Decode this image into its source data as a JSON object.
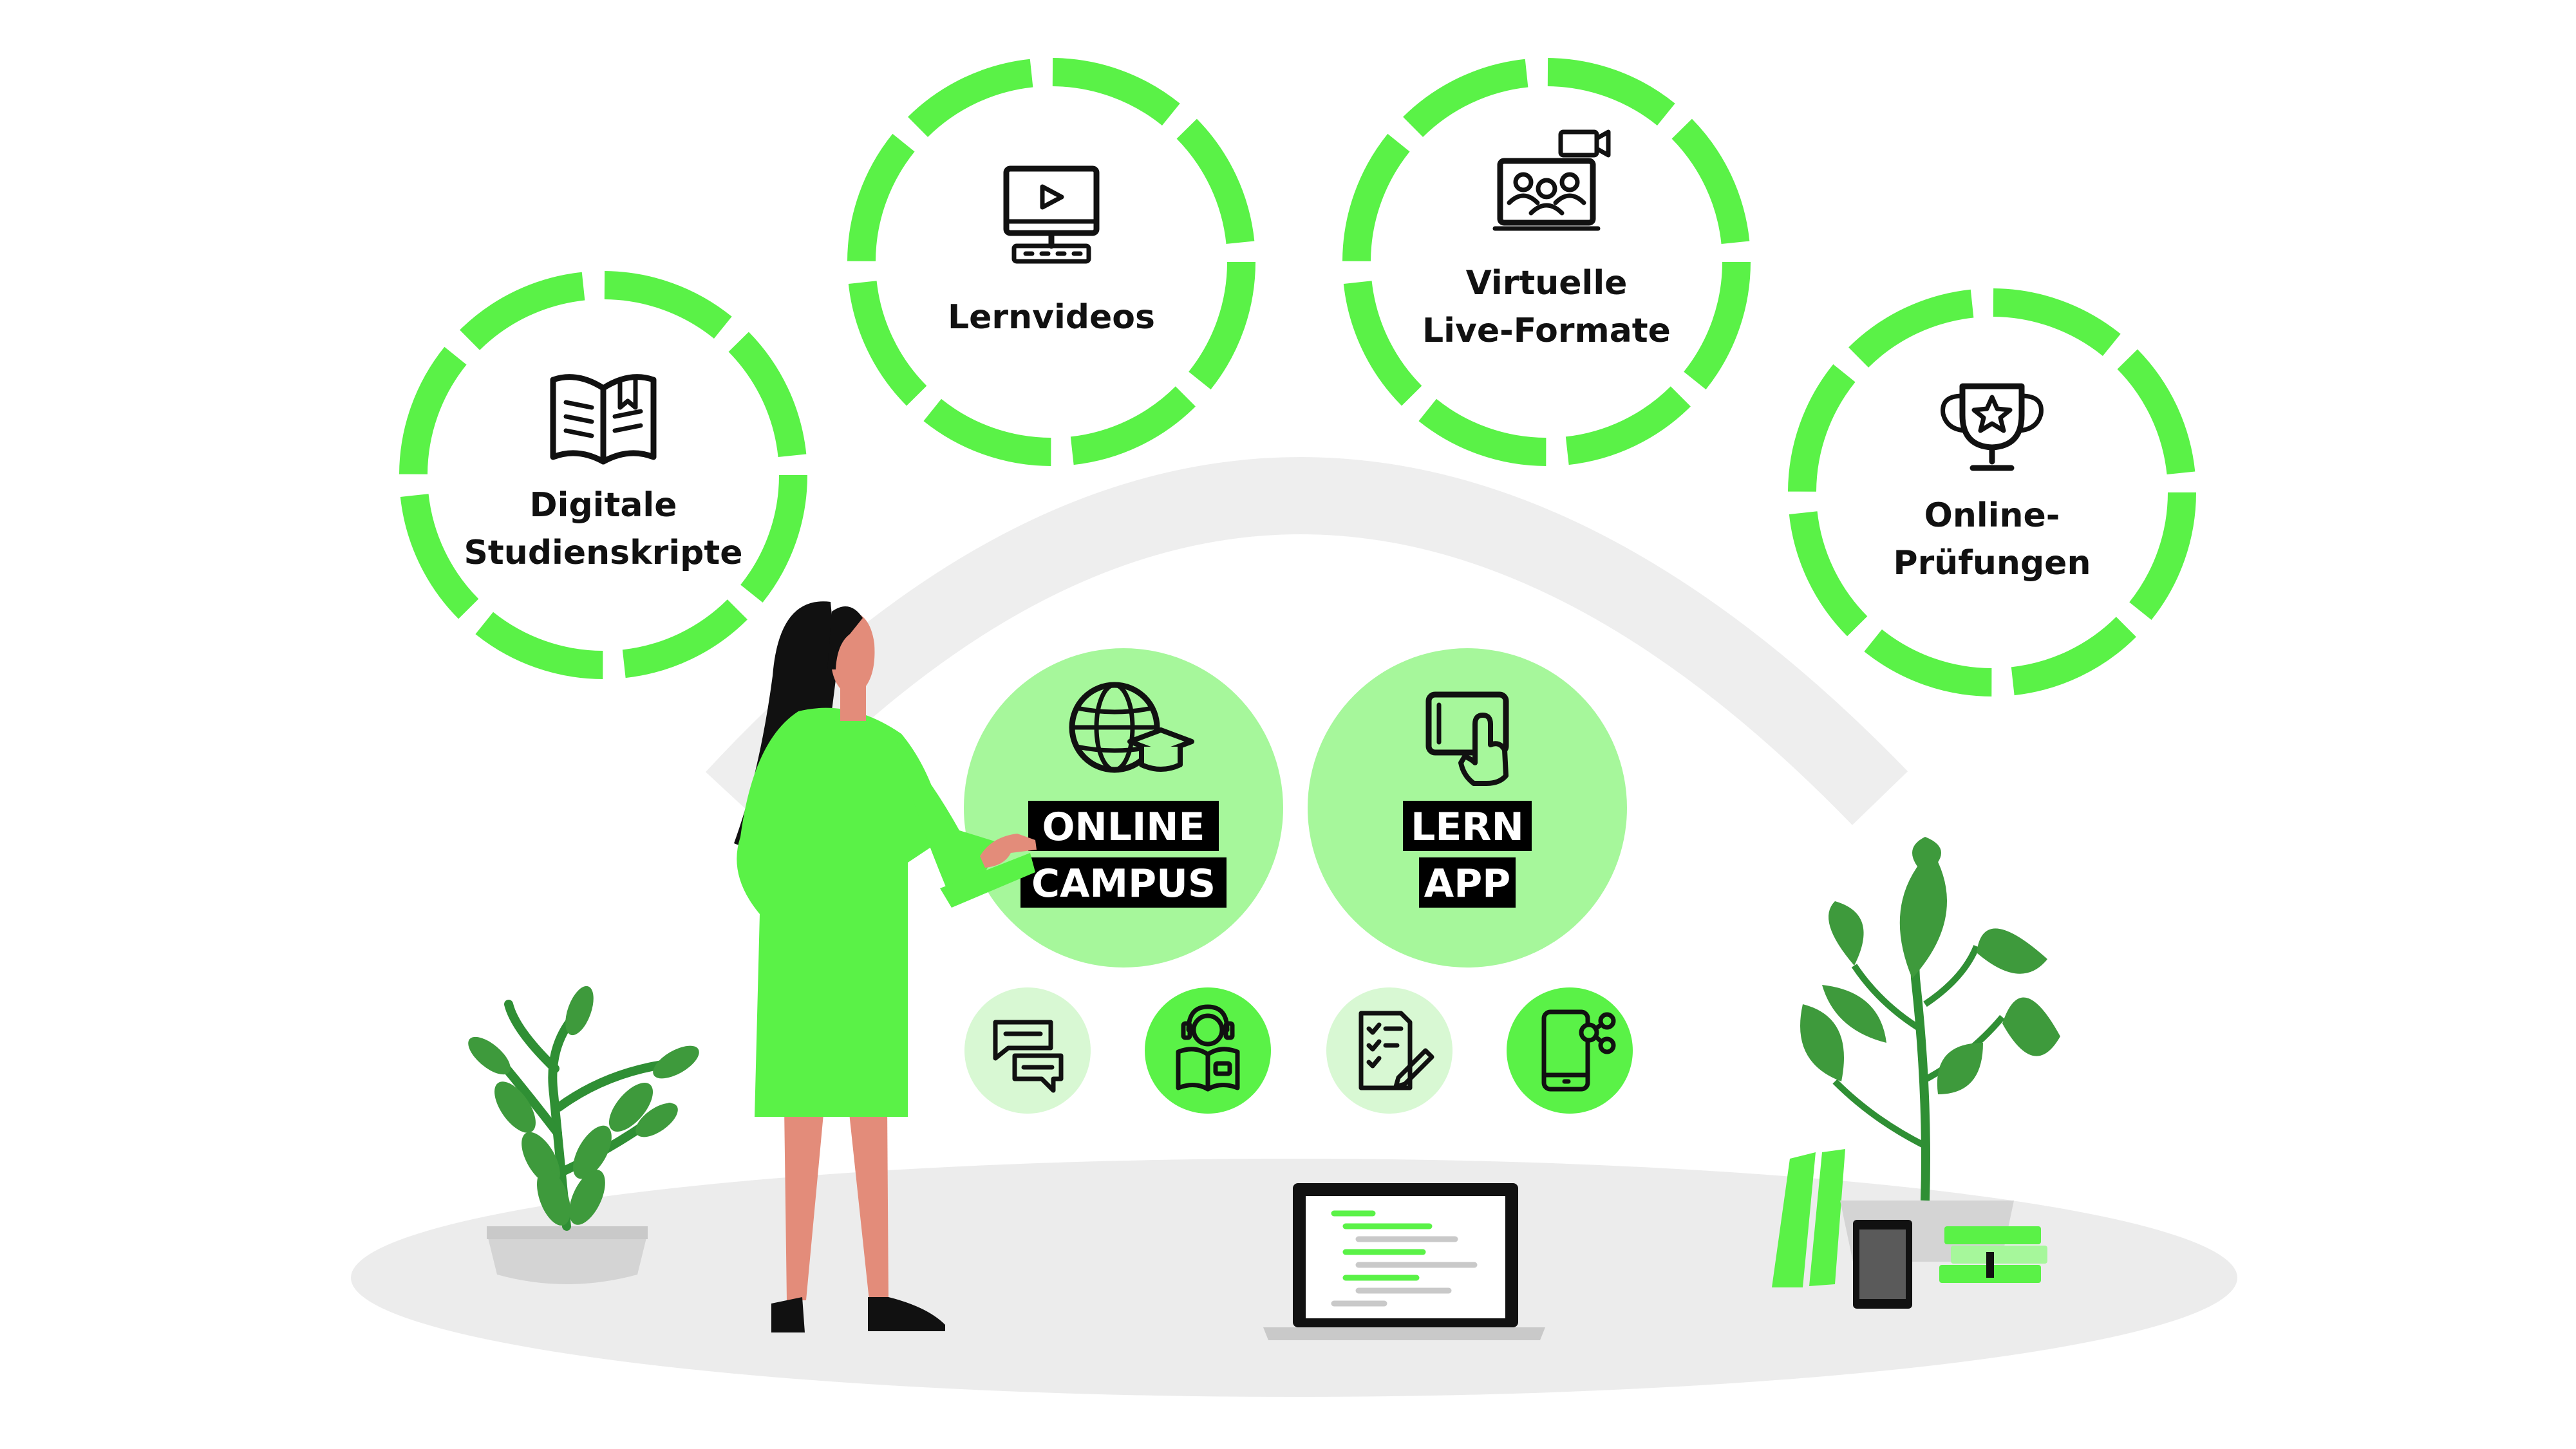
{
  "colors": {
    "accent_green": "#5af247",
    "light_green": "#a6f79b",
    "pale_green": "#d8f8d3",
    "floor_gray": "#ececec",
    "arc_gray": "#eeeeee",
    "text": "#111111",
    "tag_bg": "#000000"
  },
  "rings": [
    {
      "id": "digitale",
      "line1": "Digitale",
      "line2": "Studienskripte",
      "icon": "open-book-icon"
    },
    {
      "id": "lernvideos",
      "line1": "Lernvideos",
      "line2": "",
      "icon": "video-monitor-icon"
    },
    {
      "id": "virtuelle",
      "line1": "Virtuelle",
      "line2": "Live-Formate",
      "icon": "video-conference-icon"
    },
    {
      "id": "pruefungen",
      "line1": "Online-",
      "line2": "Prüfungen",
      "icon": "trophy-icon"
    }
  ],
  "hubs": [
    {
      "id": "online-campus",
      "line1": "ONLINE",
      "line2": "CAMPUS",
      "icon": "globe-graduation-icon"
    },
    {
      "id": "lern-app",
      "line1": "LERN",
      "line2": "APP",
      "icon": "tablet-tap-icon"
    }
  ],
  "features": [
    {
      "icon": "chat-bubbles-icon",
      "style": "pale"
    },
    {
      "icon": "headset-reader-icon",
      "style": "green"
    },
    {
      "icon": "checklist-edit-icon",
      "style": "pale"
    },
    {
      "icon": "phone-share-icon",
      "style": "green"
    }
  ]
}
